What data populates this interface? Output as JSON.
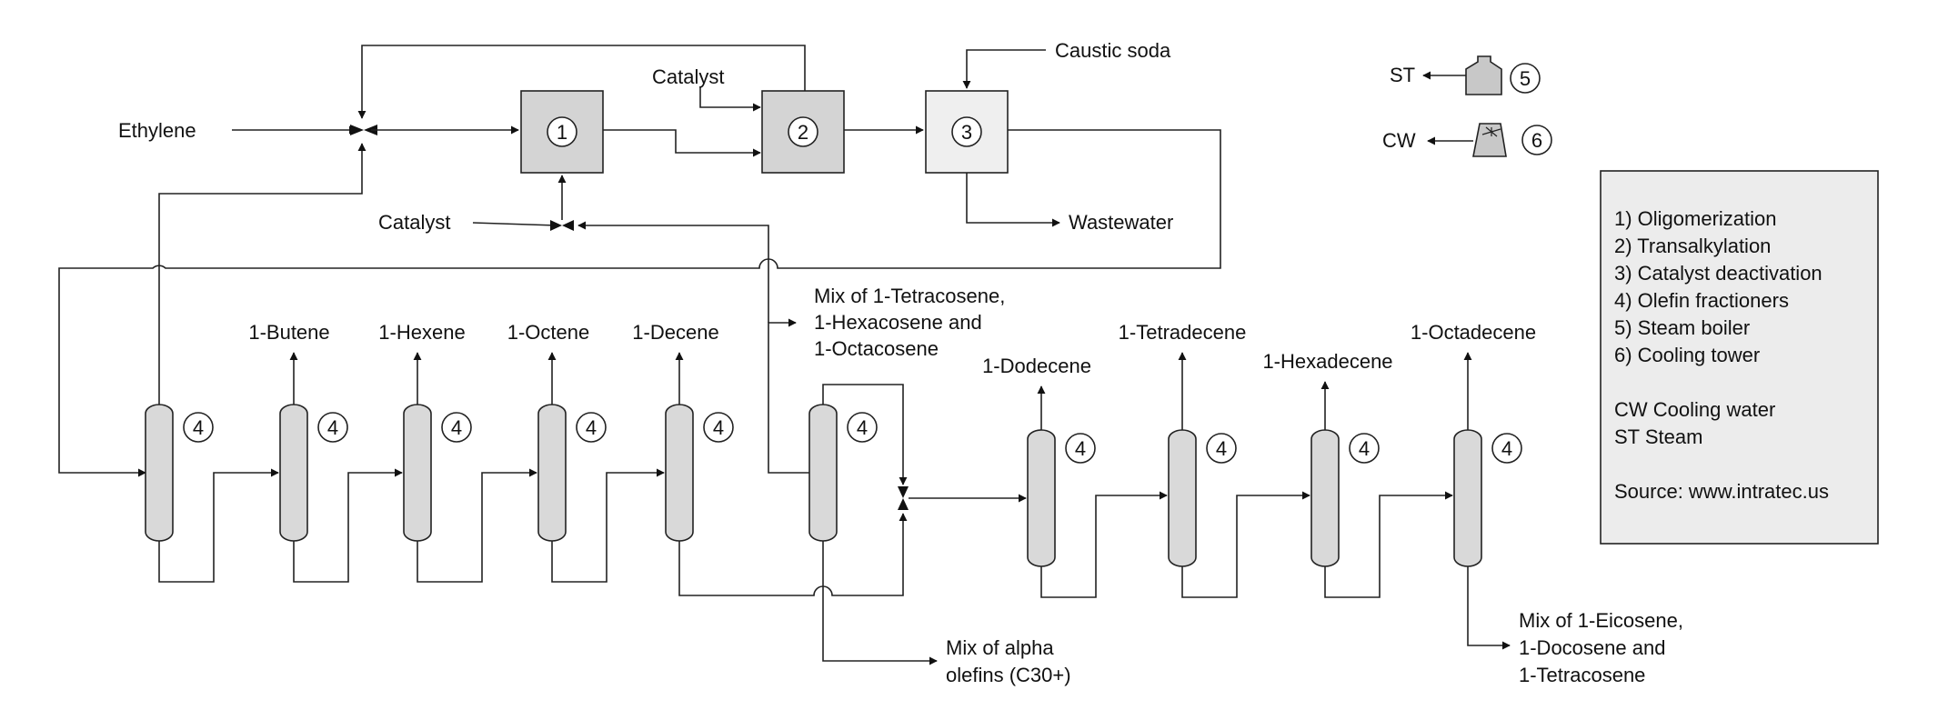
{
  "streams": {
    "ethylene": "Ethylene",
    "catalyst_top": "Catalyst",
    "catalyst_mid": "Catalyst",
    "caustic_soda": "Caustic soda",
    "wastewater": "Wastewater",
    "butene": "1-Butene",
    "hexene": "1-Hexene",
    "octene": "1-Octene",
    "decene": "1-Decene",
    "tetracosene_mix_1": "Mix of 1-Tetracosene,",
    "tetracosene_mix_2": "1-Hexacosene and",
    "tetracosene_mix_3": "1-Octacosene",
    "dodecene": "1-Dodecene",
    "tetradecene": "1-Tetradecene",
    "hexadecene": "1-Hexadecene",
    "octadecene": "1-Octadecene",
    "alpha_mix_1": "Mix of alpha",
    "alpha_mix_2": "olefins (C30+)",
    "eicosene_mix_1": "Mix of 1-Eicosene,",
    "eicosene_mix_2": "1-Docosene and",
    "eicosene_mix_3": "1-Tetracosene",
    "steam": "ST",
    "cooling_water": "CW"
  },
  "units": {
    "u1": "1",
    "u2": "2",
    "u3": "3",
    "u4": "4",
    "u5": "5",
    "u6": "6"
  },
  "legend": {
    "items": [
      "1) Oligomerization",
      "2) Transalkylation",
      "3) Catalyst deactivation",
      "4) Olefin fractioners",
      "5) Steam boiler",
      "6) Cooling tower"
    ],
    "abbrev": [
      "CW Cooling water",
      "ST Steam"
    ],
    "source": "Source: www.intratec.us"
  },
  "colors": {
    "reactor_1": "#d4d4d4",
    "reactor_2": "#d4d4d4",
    "reactor_3": "#efefef",
    "column": "#d9d9d9",
    "legend_bg": "#ececec"
  }
}
